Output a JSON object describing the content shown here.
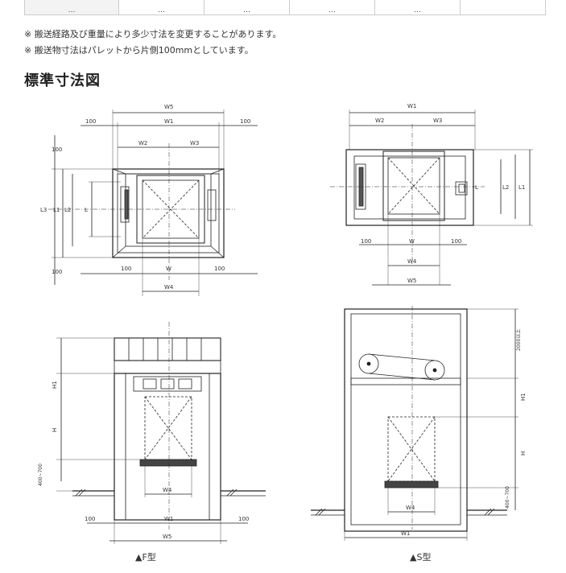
{
  "table_partial": {
    "cells": [
      "…",
      "…",
      "…",
      "…",
      "…"
    ]
  },
  "notes": [
    "※ 搬送経路及び重量により多少寸法を変更することがあります。",
    "※ 搬送物寸法はパレットから片側100mmとしています。"
  ],
  "heading": "標準寸法図",
  "figures": {
    "f_plan": {
      "W5": "W5",
      "W1": "W1",
      "W2": "W2",
      "W3": "W3",
      "W": "W",
      "W4": "W4",
      "L3": "L3",
      "L1": "L1",
      "L2": "L2",
      "L": "L",
      "d100": "100"
    },
    "s_plan": {
      "W1": "W1",
      "W2": "W2",
      "W3": "W3",
      "W": "W",
      "W4": "W4",
      "W5": "W5",
      "L": "L",
      "L2": "L2",
      "L1": "L1",
      "d100": "100"
    },
    "f_elev": {
      "H1": "H1",
      "H": "H",
      "pit": "400~700",
      "W4": "W4",
      "W1": "W1",
      "W5": "W5",
      "d100": "100",
      "caption": "▲F型"
    },
    "s_elev": {
      "top": "2000以上",
      "H1": "H1",
      "H": "H",
      "pit": "400~700",
      "W4": "W4",
      "W1": "W1",
      "caption": "▲S型"
    }
  }
}
